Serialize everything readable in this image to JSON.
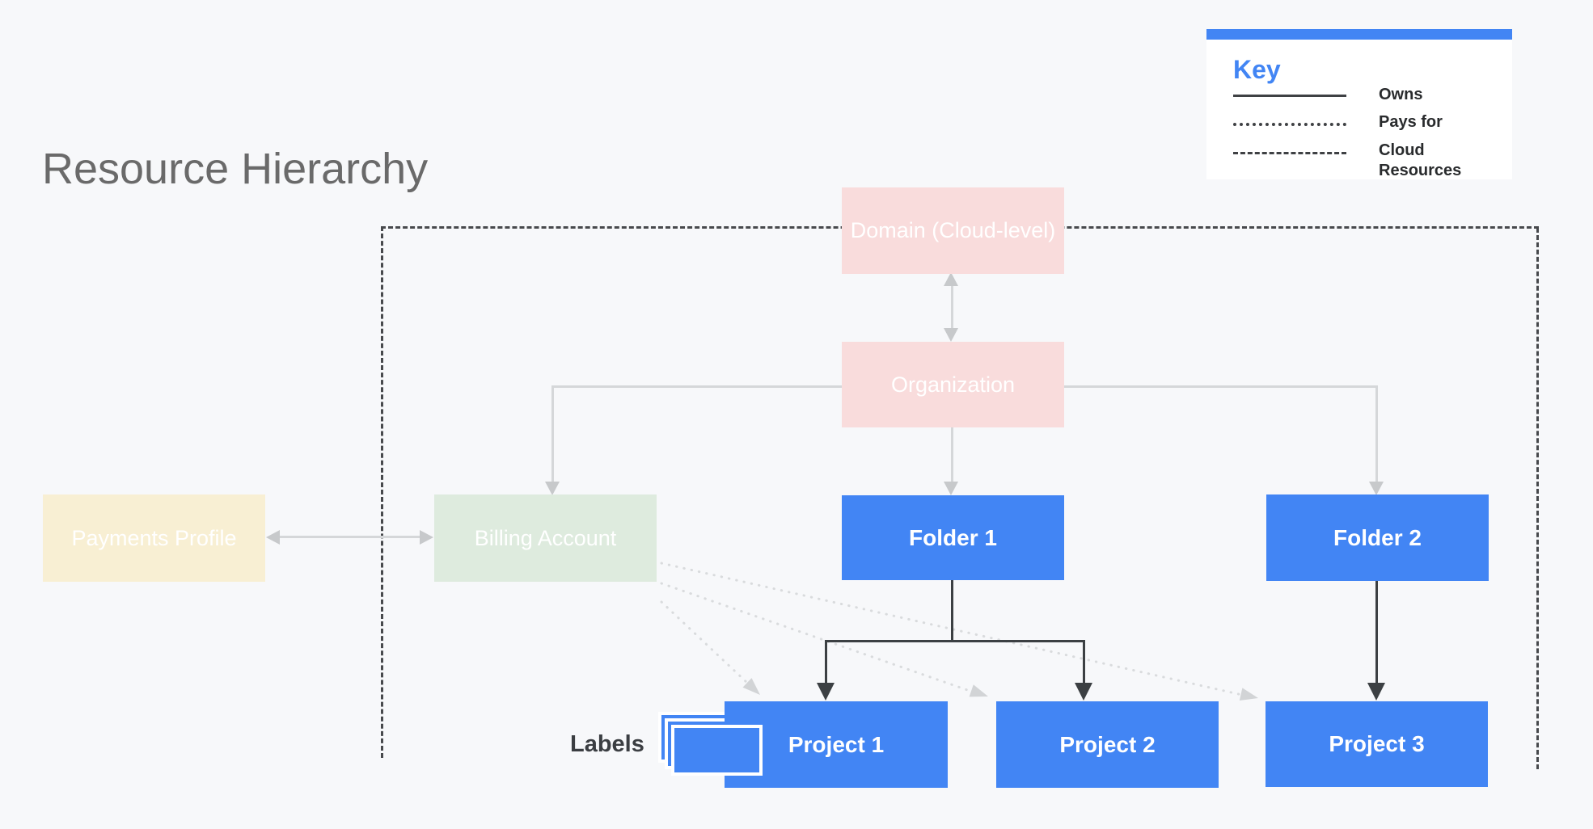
{
  "page": {
    "title": "Resource Hierarchy"
  },
  "key": {
    "title": "Key",
    "items": [
      {
        "line_style": "solid",
        "label": "Owns"
      },
      {
        "line_style": "dotted",
        "label": "Pays for"
      },
      {
        "line_style": "dashed",
        "label": "Cloud Resources"
      }
    ]
  },
  "nodes": [
    {
      "id": "domain",
      "label": "Domain (Cloud-level)",
      "color": "#f9dcdc"
    },
    {
      "id": "organization",
      "label": "Organization",
      "color": "#f9dcdc"
    },
    {
      "id": "payments-profile",
      "label": "Payments Profile",
      "color": "#f8efd3"
    },
    {
      "id": "billing-account",
      "label": "Billing Account",
      "color": "#deebde"
    },
    {
      "id": "folder-1",
      "label": "Folder 1",
      "color": "#4285f4"
    },
    {
      "id": "folder-2",
      "label": "Folder 2",
      "color": "#4285f4"
    },
    {
      "id": "project-1",
      "label": "Project 1",
      "color": "#4285f4"
    },
    {
      "id": "project-2",
      "label": "Project 2",
      "color": "#4285f4"
    },
    {
      "id": "project-3",
      "label": "Project 3",
      "color": "#4285f4"
    }
  ],
  "labels_annotation": {
    "text": "Labels"
  },
  "colors": {
    "accent_blue": "#4285f4",
    "pink_box": "#f9dcdc",
    "green_box": "#deebde",
    "cream_box": "#f8efd3",
    "background": "#f7f8fa",
    "owns_line_gray": "#d5d7d9",
    "owns_line_dark": "#3c4043",
    "boundary_dash": "#47494c"
  }
}
